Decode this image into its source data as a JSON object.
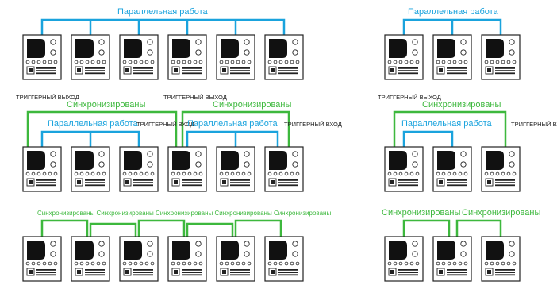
{
  "colors": {
    "parallel": "#1aa3dd",
    "sync": "#3db83d",
    "device_stroke": "#222222",
    "device_screen": "#111111",
    "background": "#ffffff"
  },
  "icons": [
    "power-supply-unit-icon"
  ],
  "labels": {
    "parallel": "Параллельная работа",
    "synced": "Синхронизированы",
    "trigger_out": "ТРИГГЕРНЫЙ ВЫХОД",
    "trigger_in": "ТРИГГЕРНЫЙ ВХОД",
    "synced_row": "Синхронизированы Синхронизированы Синхронизированы Синхронизированы Синхронизированы"
  },
  "configurations": [
    {
      "name": "row1-left",
      "units": 6,
      "link": "parallel"
    },
    {
      "name": "row2-left",
      "units": 6,
      "link": "parallel-groups-synced"
    },
    {
      "name": "row3-left",
      "units": 6,
      "link": "daisy-chain-synced"
    },
    {
      "name": "row1-right",
      "units": 3,
      "link": "parallel"
    },
    {
      "name": "row2-right",
      "units": 3,
      "link": "parallel-group-synced"
    },
    {
      "name": "row3-right",
      "units": 3,
      "link": "daisy-chain-synced"
    }
  ]
}
